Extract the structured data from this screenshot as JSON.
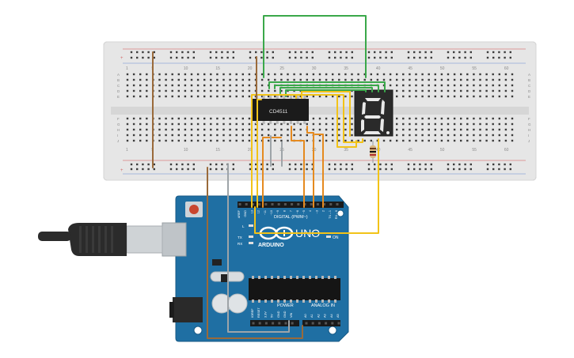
{
  "breadboard": {
    "column_numbers": [
      "1",
      "5",
      "10",
      "15",
      "20",
      "25",
      "30",
      "35",
      "40",
      "45",
      "50",
      "55",
      "60"
    ],
    "row_letters_top": [
      "A",
      "B",
      "C",
      "D",
      "E"
    ],
    "row_letters_bottom": [
      "F",
      "G",
      "H",
      "I",
      "J"
    ]
  },
  "ic": {
    "label": "CD4511"
  },
  "seven_segment": {
    "digit": "8."
  },
  "arduino": {
    "logo_text": "ARDUINO",
    "uno_text": "UNO",
    "on_label": "ON",
    "digital_label": "DIGITAL (PWM~)",
    "power_label": "POWER",
    "analog_label": "ANALOG IN",
    "led_labels": [
      "L",
      "TX",
      "RX"
    ],
    "digital_pins": [
      "AREF",
      "GND",
      "13",
      "12",
      "~11",
      "~10",
      "~9",
      "8",
      "7",
      "~6",
      "~5",
      "4",
      "~3",
      "2",
      "TX→1",
      "RX←0"
    ],
    "power_pins": [
      "IOREF",
      "RESET",
      "3.3V",
      "5V",
      "GND",
      "GND",
      "VIN"
    ],
    "analog_pins": [
      "A0",
      "A1",
      "A2",
      "A3",
      "A4",
      "A5"
    ]
  },
  "colors": {
    "board_blue": "#1f6fa3",
    "breadboard": "#e4e4e4",
    "wire_green": "#3aa84a",
    "wire_yellow": "#f2c318",
    "wire_orange": "#e58a1f",
    "wire_brown": "#9a6a3a",
    "wire_gray": "#9ea4a8"
  }
}
